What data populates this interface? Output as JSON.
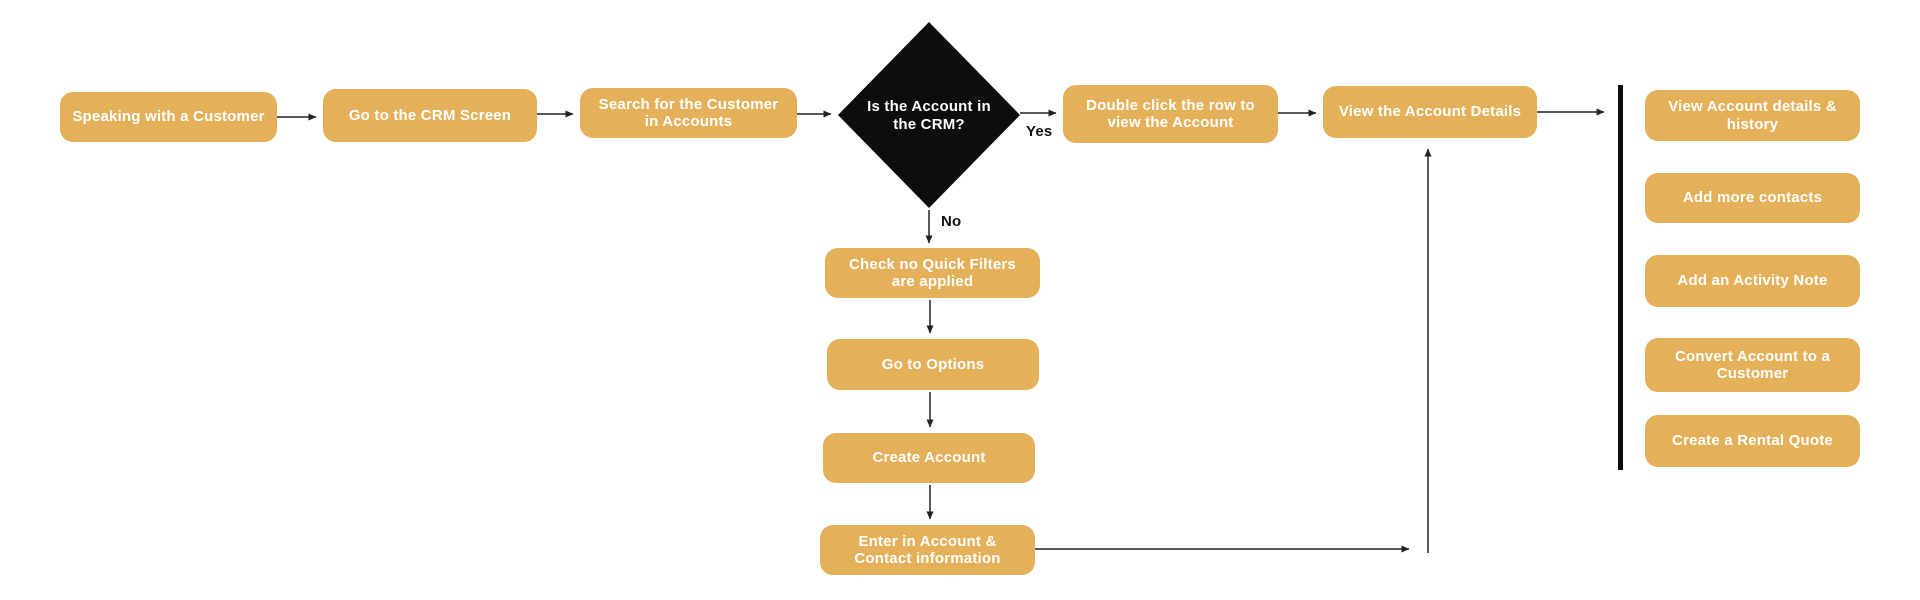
{
  "flowchart": {
    "nodes": {
      "speaking": {
        "label": "Speaking with a Customer"
      },
      "crm_screen": {
        "label": "Go to the CRM Screen"
      },
      "search": {
        "label": "Search for the Customer in Accounts"
      },
      "decision": {
        "label": "Is the Account in the CRM?"
      },
      "double_click": {
        "label": "Double click the row to view the Account"
      },
      "view_details": {
        "label": "View the Account Details"
      },
      "check_filters": {
        "label": "Check no Quick Filters are applied"
      },
      "options": {
        "label": "Go to Options"
      },
      "create_account": {
        "label": "Create Account"
      },
      "enter_info": {
        "label": "Enter in Account & Contact information"
      }
    },
    "edges": [
      {
        "from": "speaking",
        "to": "crm_screen"
      },
      {
        "from": "crm_screen",
        "to": "search"
      },
      {
        "from": "search",
        "to": "decision"
      },
      {
        "from": "decision",
        "to": "double_click",
        "label": "Yes"
      },
      {
        "from": "double_click",
        "to": "view_details"
      },
      {
        "from": "view_details",
        "to": "actions_divider"
      },
      {
        "from": "decision",
        "to": "check_filters",
        "label": "No"
      },
      {
        "from": "check_filters",
        "to": "options"
      },
      {
        "from": "options",
        "to": "create_account"
      },
      {
        "from": "create_account",
        "to": "enter_info"
      },
      {
        "from": "enter_info",
        "to": "view_details"
      }
    ],
    "actions": [
      {
        "label": "View Account details & history"
      },
      {
        "label": "Add more contacts"
      },
      {
        "label": "Add an Activity Note"
      },
      {
        "label": "Convert Account to a Customer"
      },
      {
        "label": "Create a Rental Quote"
      }
    ],
    "colors": {
      "node_fill": "#E4B05A",
      "node_text": "#FFFFFF",
      "decision_fill": "#0D0D0D",
      "decision_text": "#FFFFFF",
      "connector": "#222222",
      "divider": "#0D0D0D",
      "background": "#FFFFFF"
    }
  }
}
